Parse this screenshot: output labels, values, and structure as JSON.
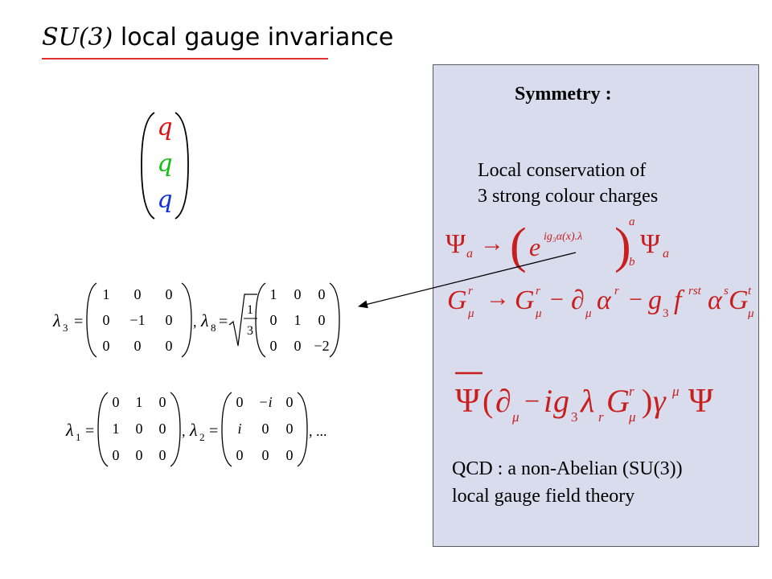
{
  "slide": {
    "title_math": "SU(3)",
    "title_text": " local gauge invariance",
    "quark_symbol": "q",
    "quark_colors": [
      "#e01010",
      "#10c010",
      "#1030e0"
    ]
  },
  "matrices": {
    "lambda3": {
      "label": "3",
      "rows": [
        [
          "1",
          "0",
          "0"
        ],
        [
          "0",
          "−1",
          "0"
        ],
        [
          "0",
          "0",
          "0"
        ]
      ]
    },
    "lambda8": {
      "label": "8",
      "prefactor_num": "1",
      "prefactor_den": "3",
      "rows": [
        [
          "1",
          "0",
          "0"
        ],
        [
          "0",
          "1",
          "0"
        ],
        [
          "0",
          "0",
          "−2"
        ]
      ]
    },
    "lambda1": {
      "label": "1",
      "rows": [
        [
          "0",
          "1",
          "0"
        ],
        [
          "1",
          "0",
          "0"
        ],
        [
          "0",
          "0",
          "0"
        ]
      ]
    },
    "lambda2": {
      "label": "2",
      "rows": [
        [
          "0",
          "−i",
          "0"
        ],
        [
          "i",
          "0",
          "0"
        ],
        [
          "0",
          "0",
          "0"
        ]
      ]
    },
    "ellipsis": ", ..."
  },
  "panel": {
    "heading": "Symmetry :",
    "conservation_line1": "Local conservation of",
    "conservation_line2": "3 strong colour charges",
    "eq1": {
      "psi": "Ψ",
      "sub_a": "a",
      "arrow": "→",
      "e": "e",
      "exponent": "ig₃α(x).λ",
      "sup": "a",
      "sub_b": "b"
    },
    "eq2": {
      "G": "G",
      "mu": "μ",
      "r": "r",
      "partial": "∂",
      "alpha": "α",
      "g3": "g",
      "f": "f",
      "rst": "rst",
      "s": "s",
      "t": "t"
    },
    "eq3": {
      "psibar": "Ψ",
      "partial": "∂",
      "i": "i",
      "g": "g",
      "lambda": "λ",
      "G": "G",
      "gamma": "γ"
    },
    "qcd_line1": "QCD : a non-Abelian (SU(3))",
    "qcd_line2": "local gauge field theory"
  }
}
